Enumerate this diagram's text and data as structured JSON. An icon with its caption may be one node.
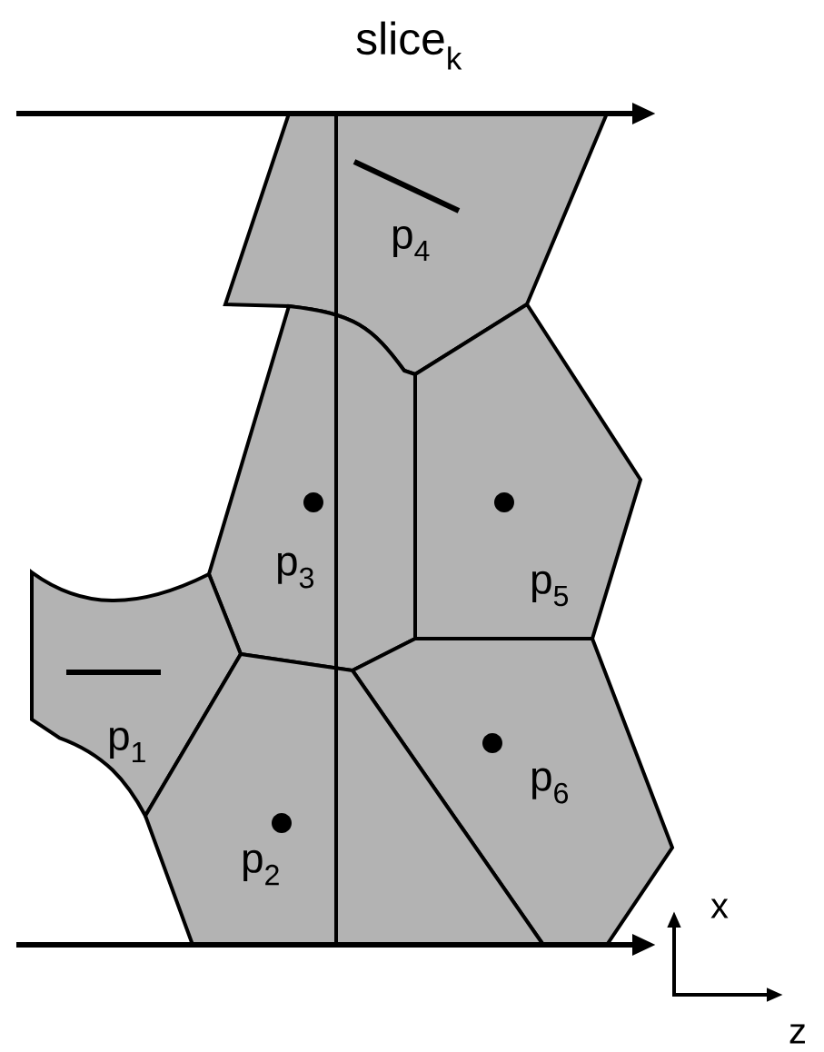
{
  "diagram": {
    "title": "slice$_{k}$",
    "nodes": [
      {
        "text": [
          "p$_{4}$"
        ]
      },
      {
        "text": [
          "p$_{3}$"
        ]
      },
      {
        "text": [
          "p$_{5}$"
        ]
      },
      {
        "text": [
          "p$_{1}$"
        ]
      },
      {
        "text": [
          "p$_{6}$"
        ]
      },
      {
        "text": [
          "p$_{2}$"
        ]
      }
    ],
    "labels": [
      "x",
      "z"
    ]
  }
}
